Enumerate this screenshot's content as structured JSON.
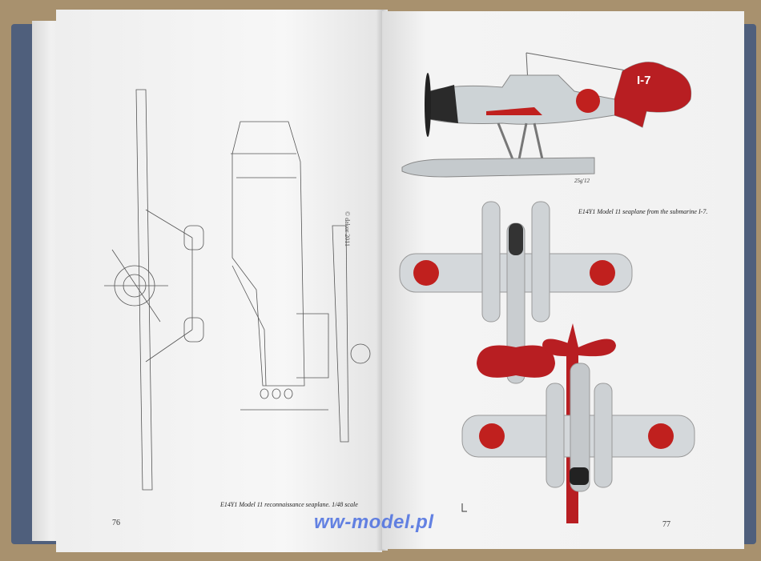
{
  "left_page": {
    "caption": "E14Y1 Model 11 reconnaissance seaplane. 1/48 scale",
    "page_number": "76",
    "copyright": "© dakor 2011"
  },
  "right_page": {
    "caption": "E14Y1 Model 11 seaplane from the submarine I-7.",
    "page_number": "77",
    "tail_code": "I-7",
    "artist_signature": "25g'12"
  },
  "watermark": "ww-model.pl",
  "colors": {
    "hinomaru_red": "#c0201e",
    "aircraft_grey": "#c9cfd3",
    "cowling_black": "#2a2a2a",
    "watermark_blue": "#4a6ee0"
  }
}
